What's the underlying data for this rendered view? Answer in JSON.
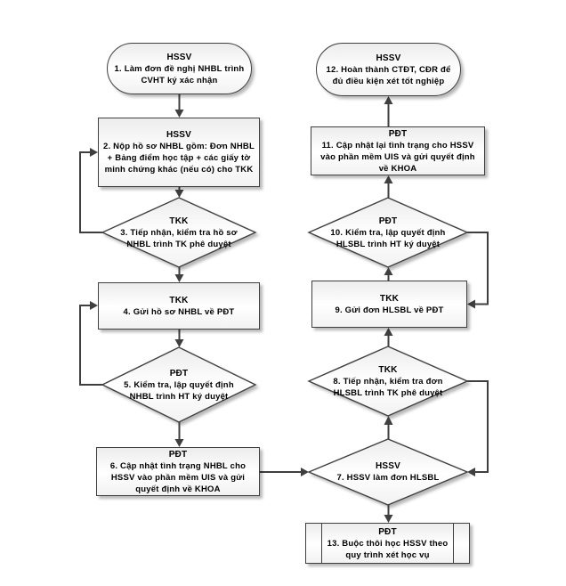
{
  "colors": {
    "shape_border": "#3f3f3f",
    "connector": "#3f3f3f",
    "fill_top": "#ececec",
    "fill_mid": "#ffffff",
    "fill_bottom": "#f2f2f2",
    "text": "#000000",
    "background": "#ffffff"
  },
  "nodes": [
    {
      "id": 1,
      "shape": "terminator",
      "role": "HSSV",
      "text": "1. Làm đơn đề nghị NHBL trình CVHT ký xác nhận"
    },
    {
      "id": 2,
      "shape": "process",
      "role": "HSSV",
      "text": "2. Nộp hồ sơ NHBL gồm: Đơn NHBL + Bảng điểm học tập + các giấy tờ minh chứng khác (nếu có) cho TKK"
    },
    {
      "id": 3,
      "shape": "decision",
      "role": "TKK",
      "text": "3. Tiếp nhận, kiểm tra hồ sơ NHBL trình TK phê duyệt"
    },
    {
      "id": 4,
      "shape": "process",
      "role": "TKK",
      "text": "4. Gửi hồ sơ NHBL về PĐT"
    },
    {
      "id": 5,
      "shape": "decision",
      "role": "PĐT",
      "text": "5. Kiểm tra, lập quyết định NHBL trình HT ký duyệt"
    },
    {
      "id": 6,
      "shape": "process",
      "role": "PĐT",
      "text": "6. Cập nhật tình trạng NHBL cho HSSV vào phần mềm UIS và gửi quyết định về KHOA"
    },
    {
      "id": 7,
      "shape": "decision",
      "role": "HSSV",
      "text": "7. HSSV làm đơn HLSBL"
    },
    {
      "id": 8,
      "shape": "decision",
      "role": "TKK",
      "text": "8. Tiếp nhận, kiểm tra đơn HLSBL trình TK phê duyệt"
    },
    {
      "id": 9,
      "shape": "process",
      "role": "TKK",
      "text": "9. Gửi đơn HLSBL về PĐT"
    },
    {
      "id": 10,
      "shape": "decision",
      "role": "PĐT",
      "text": "10. Kiểm tra, lập quyết định HLSBL trình HT ký duyệt"
    },
    {
      "id": 11,
      "shape": "process",
      "role": "PĐT",
      "text": "11. Cập nhật lại tình trạng cho HSSV vào phần mềm UIS và gửi quyết định về KHOA"
    },
    {
      "id": 12,
      "shape": "terminator",
      "role": "HSSV",
      "text": "12. Hoàn thành CTĐT, CĐR để đủ điều kiện xét tốt nghiệp"
    },
    {
      "id": 13,
      "shape": "predefined-process",
      "role": "PĐT",
      "text": "13. Buộc thôi học HSSV theo quy trình xét học vụ"
    }
  ],
  "edges": [
    {
      "from": 1,
      "to": 2,
      "kind": "forward"
    },
    {
      "from": 2,
      "to": 3,
      "kind": "forward"
    },
    {
      "from": 3,
      "to": 4,
      "kind": "forward"
    },
    {
      "from": 3,
      "to": 2,
      "kind": "rework-loop"
    },
    {
      "from": 4,
      "to": 5,
      "kind": "forward"
    },
    {
      "from": 5,
      "to": 4,
      "kind": "rework-loop"
    },
    {
      "from": 5,
      "to": 6,
      "kind": "forward"
    },
    {
      "from": 6,
      "to": 7,
      "kind": "forward"
    },
    {
      "from": 7,
      "to": 8,
      "kind": "forward"
    },
    {
      "from": 8,
      "to": 9,
      "kind": "forward"
    },
    {
      "from": 8,
      "to": 7,
      "kind": "rework-loop"
    },
    {
      "from": 9,
      "to": 10,
      "kind": "forward"
    },
    {
      "from": 10,
      "to": 9,
      "kind": "rework-loop"
    },
    {
      "from": 10,
      "to": 11,
      "kind": "forward"
    },
    {
      "from": 11,
      "to": 12,
      "kind": "forward"
    },
    {
      "from": 7,
      "to": 13,
      "kind": "forward"
    }
  ]
}
